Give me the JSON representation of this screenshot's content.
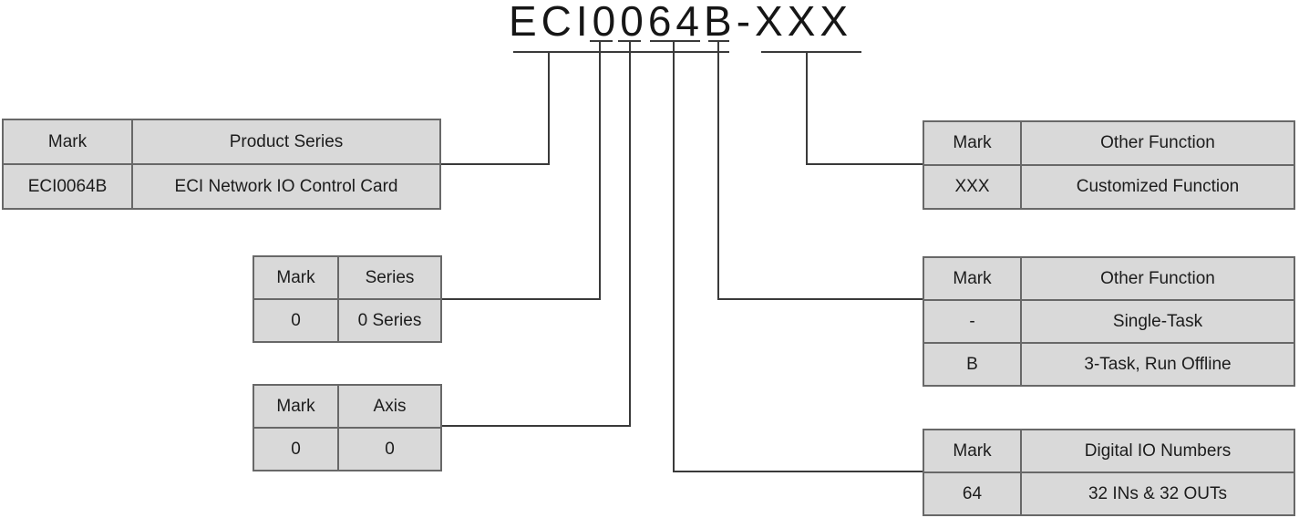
{
  "page": {
    "title": "ECI0064B-XXX"
  },
  "colors": {
    "cell_fill": "#d9d9d9",
    "cell_border": "#686868",
    "connector_line": "#3a3a3a",
    "text": "#1c1c1c",
    "background": "#ffffff"
  },
  "tables": {
    "product_series": {
      "header": [
        "Mark",
        "Product Series"
      ],
      "rows": [
        [
          "ECI0064B",
          "ECI Network IO Control Card"
        ]
      ]
    },
    "series": {
      "header": [
        "Mark",
        "Series"
      ],
      "rows": [
        [
          "0",
          "0 Series"
        ]
      ]
    },
    "axis": {
      "header": [
        "Mark",
        "Axis"
      ],
      "rows": [
        [
          "0",
          "0"
        ]
      ]
    },
    "other_function_xxx": {
      "header": [
        "Mark",
        "Other Function"
      ],
      "rows": [
        [
          "XXX",
          "Customized Function"
        ]
      ]
    },
    "other_function_task": {
      "header": [
        "Mark",
        "Other Function"
      ],
      "rows": [
        [
          "-",
          "Single-Task"
        ],
        [
          "B",
          "3-Task, Run Offline"
        ]
      ]
    },
    "digital_io": {
      "header": [
        "Mark",
        "Digital IO Numbers"
      ],
      "rows": [
        [
          "64",
          "32 INs & 32 OUTs"
        ]
      ]
    }
  }
}
